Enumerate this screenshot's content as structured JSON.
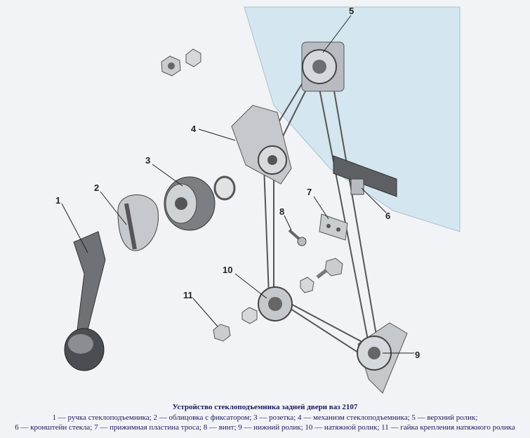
{
  "caption": {
    "title": "Устройство стеклоподъемника задней двери ваз 2107",
    "line1": "1 — ручка стеклоподъемника; 2 — облицовка с фиксатором; 3 — розетка; 4 — механизм стеклоподъемника; 5 — верхний ролик;",
    "line2": "6 — кронштейн стекла; 7 — прижимная пластина троса; 8 — винт; 9 — нижний ролик; 10 — натяжной ролик; 11 — гайка крепления натяжного ролика"
  },
  "labels": [
    "1",
    "2",
    "3",
    "4",
    "5",
    "6",
    "7",
    "8",
    "9",
    "10",
    "11"
  ],
  "colors": {
    "glass": "#cfe4ee",
    "metal": "#b8bcc2",
    "dark": "#4a4d52",
    "caption": "#1a1a5a"
  }
}
